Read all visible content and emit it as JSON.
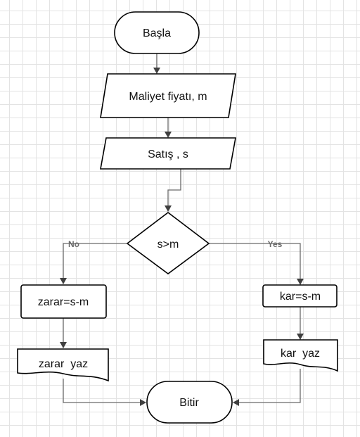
{
  "diagram": {
    "nodes": {
      "start": "Başla",
      "input_cost": "Maliyet fiyatı, m",
      "input_sale": "Satış , s",
      "decision": "s>m",
      "loss_calc": "zarar=s-m",
      "loss_print": "zarar  yaz",
      "profit_calc": "kar=s-m",
      "profit_print": "kar  yaz",
      "end": "Bitir"
    },
    "edges": {
      "no_label": "No",
      "yes_label": "Yes"
    }
  }
}
